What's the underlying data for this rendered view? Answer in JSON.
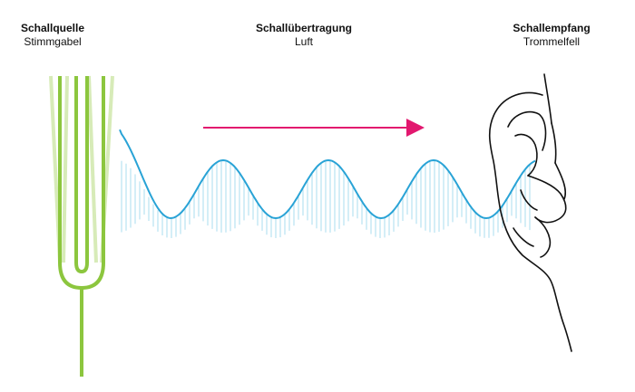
{
  "labels": {
    "source": {
      "title": "Schallquelle",
      "subtitle": "Stimmgabel"
    },
    "transmission": {
      "title": "Schallübertragung",
      "subtitle": "Luft"
    },
    "reception": {
      "title": "Schallempfang",
      "subtitle": "Trommelfell"
    }
  },
  "colors": {
    "fork": "#8cc63e",
    "fork_ghost": "#d7ebb8",
    "wave": "#29a3d6",
    "wave_lines": "#a8dcef",
    "arrow": "#e2186f",
    "ear": "#111111"
  },
  "icons": {
    "source": "tuning-fork-icon",
    "reception": "ear-icon"
  }
}
